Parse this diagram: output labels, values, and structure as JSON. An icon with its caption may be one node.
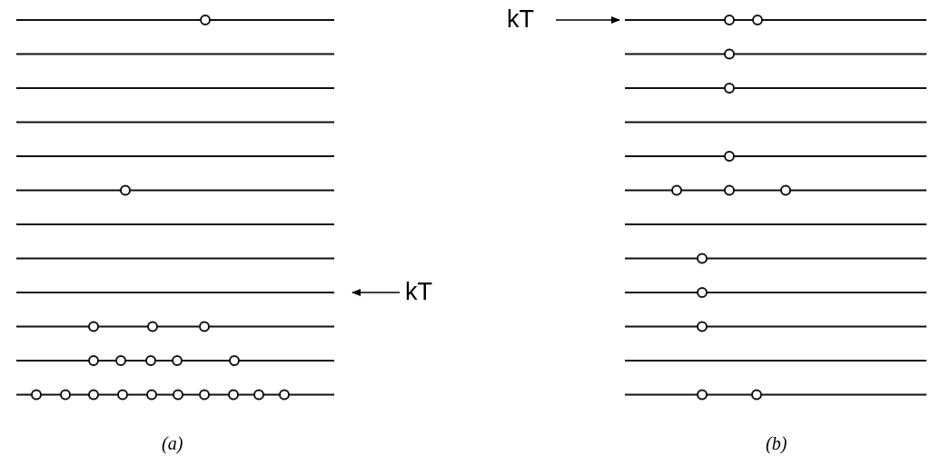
{
  "diagram": {
    "nodes": [
      {
        "text": [
          "kT"
        ]
      },
      {
        "text": [
          "kT"
        ]
      }
    ],
    "edges": [
      {
        "from": 0,
        "to": null,
        "arrow": "to"
      },
      {
        "from": 1,
        "to": null,
        "arrow": "to"
      }
    ],
    "labels": [
      "(a)",
      "(b)"
    ]
  }
}
